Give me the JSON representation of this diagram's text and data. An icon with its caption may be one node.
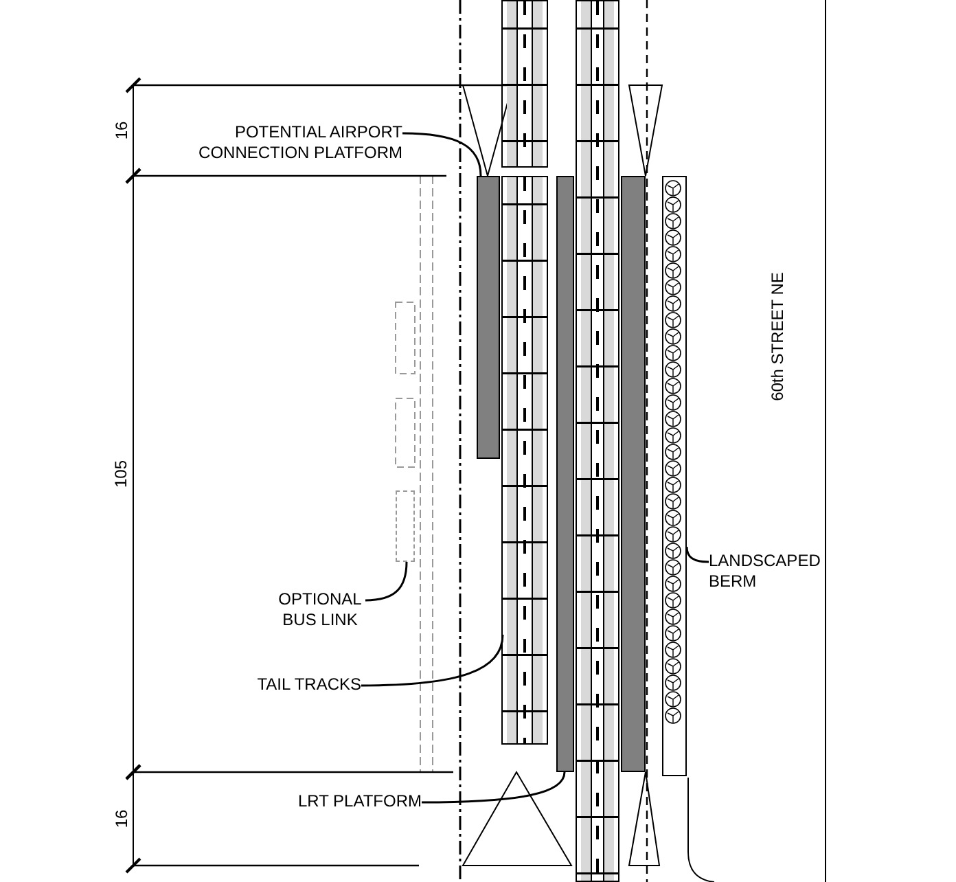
{
  "diagram": {
    "nodes": [
      {
        "text": [
          "POTENTIAL AIRPORT CONNECTION PLATFORM"
        ]
      },
      {
        "text": [],
        "shape": "bar"
      },
      {
        "text": [
          "OPTIONAL BUS LINK"
        ]
      },
      {
        "text": [],
        "shape": "box"
      },
      {
        "text": [
          "TAIL TRACKS"
        ]
      },
      {
        "text": [],
        "shape": "box"
      },
      {
        "text": [
          "LRT PLATFORM"
        ]
      },
      {
        "text": [],
        "shape": "bar"
      },
      {
        "text": [
          "LANDSCAPED BERM"
        ]
      },
      {
        "text": [],
        "shape": "box"
      },
      {
        "text": [],
        "shape": "bar"
      }
    ],
    "edges": [
      {
        "from": 0,
        "to": 1,
        "arrow": "none"
      },
      {
        "from": 2,
        "to": 3,
        "arrow": "none"
      },
      {
        "from": 4,
        "to": 5,
        "arrow": "none"
      },
      {
        "from": 6,
        "to": 7,
        "arrow": "none"
      },
      {
        "from": 8,
        "to": 9,
        "arrow": "none"
      }
    ],
    "labels": [
      "16",
      "105",
      "16",
      "60th STREET NE"
    ]
  }
}
